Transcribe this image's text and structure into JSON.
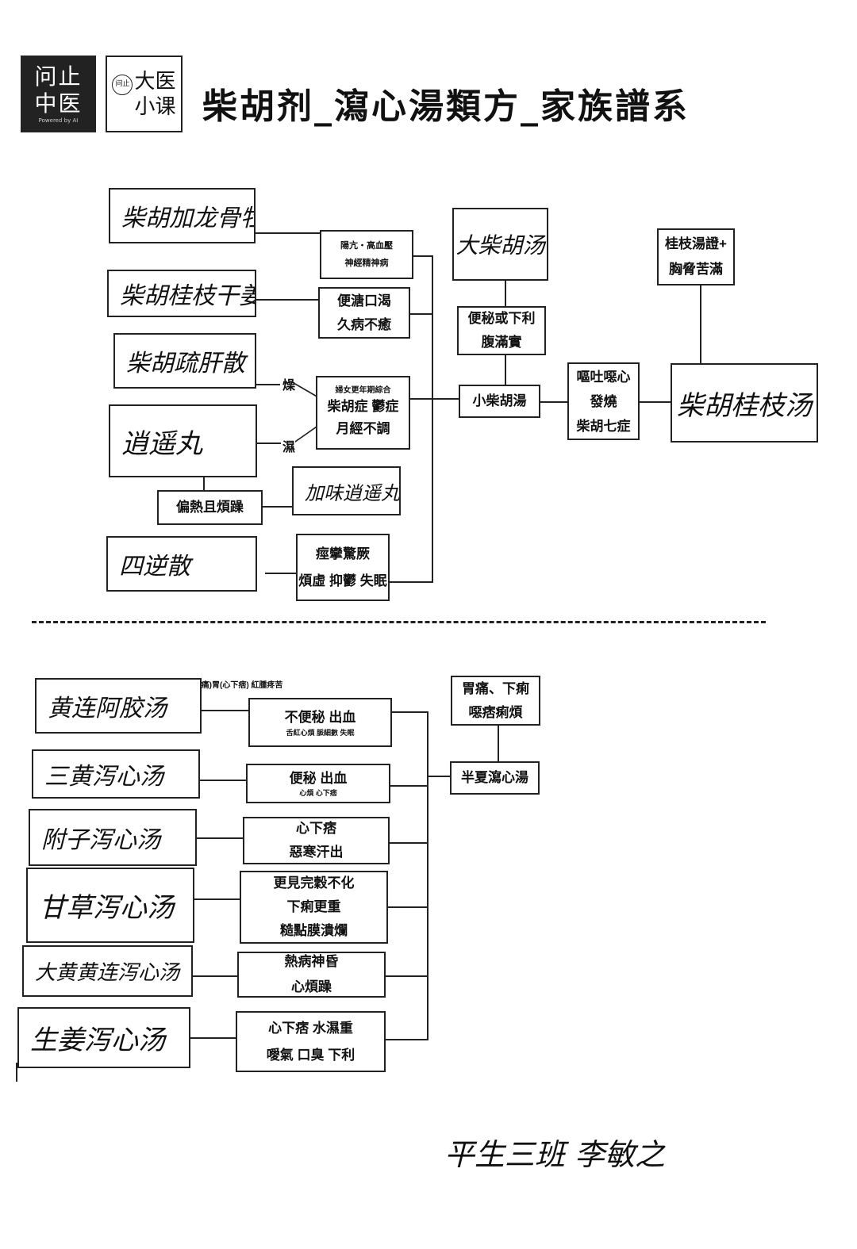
{
  "header": {
    "logo1": {
      "line1": "问止",
      "line2": "中医",
      "tagline": "Powered by AI"
    },
    "logo2": {
      "seal": "问止",
      "line1": "大医",
      "line2": "小课"
    },
    "title": "柴胡剂_瀉心湯類方_家族譜系"
  },
  "upper": {
    "formulas": {
      "chaihu_longgu": "柴胡加龙骨牡蛎汤",
      "chaihu_guizhi_ganjiang": "柴胡桂枝干姜汤",
      "chaihu_shugan": "柴胡疏肝散",
      "xiaoyao": "逍遥丸",
      "jiawei_xiaoyao": "加味逍遥丸",
      "sini": "四逆散",
      "da_chaihu": "大柴胡汤",
      "xiao_chaihu": "小柴胡湯",
      "chaihu_guizhi": "柴胡桂枝汤"
    },
    "conditions": {
      "c1": [
        "陽亢・高血壓",
        "神經精神病"
      ],
      "c2": [
        "便溏口渴",
        "久病不癒"
      ],
      "c3_header": "婦女更年期綜合",
      "c3": [
        "柴胡症 鬱症",
        "月經不調"
      ],
      "c4": "偏熱且煩躁",
      "c5": [
        "痙攣驚厥",
        "煩虛 抑鬱 失眠"
      ],
      "c6": [
        "便秘或下利",
        "腹滿實"
      ],
      "c7": [
        "嘔吐噁心",
        "發燒",
        "柴胡七症"
      ],
      "c8": [
        "桂枝湯證+",
        "胸脅苦滿"
      ]
    },
    "labels": {
      "zao": "燥",
      "shi": "濕"
    }
  },
  "lower": {
    "header_note": "胃實:浮(腹按無痛)胃(心下痞) 紅腫疼苦",
    "formulas": {
      "huanglian_ejiao": "黄连阿胶汤",
      "sanhuang": "三黄泻心汤",
      "fuzi": "附子泻心汤",
      "gancao": "甘草泻心汤",
      "dahuang_huanglian": "大黄黄连泻心汤",
      "shengjiang": "生姜泻心汤",
      "banxia": "半夏瀉心湯"
    },
    "conditions": {
      "d1": "不便秘 出血",
      "d1_sub": "舌紅心煩 脈細數 失眠",
      "d2": "便秘 出血",
      "d2_sub": "心煩 心下痞",
      "d3": [
        "心下痞",
        "惡寒汗出"
      ],
      "d4": [
        "更見完穀不化",
        "下痢更重",
        "糙點膜潰爛"
      ],
      "d5": [
        "熱病神昏",
        "心煩躁"
      ],
      "d6": [
        "心下痞 水濕重",
        "噯氣 口臭 下利"
      ],
      "d7": [
        "胃痛、下痢",
        "噁痞痢煩"
      ]
    }
  },
  "signature": "平生三班 李敏之"
}
